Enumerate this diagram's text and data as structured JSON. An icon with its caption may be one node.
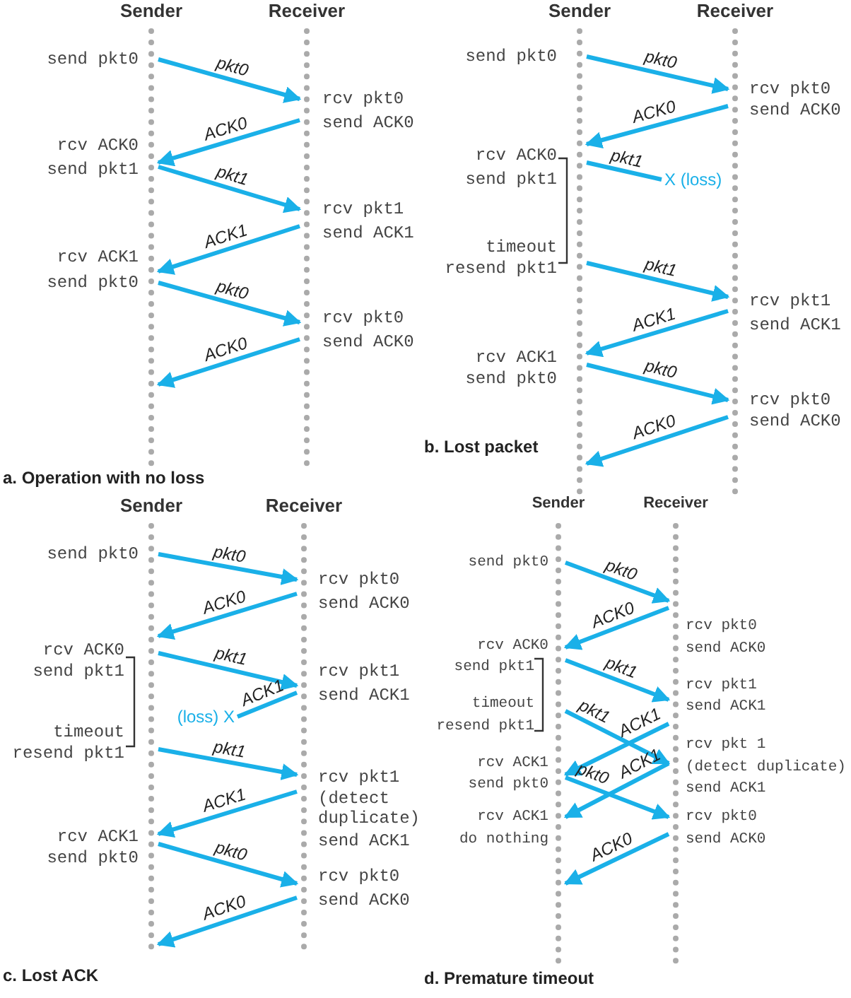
{
  "diagram": {
    "nodes": [
      {
        "text": [
          "Sender"
        ]
      },
      {
        "text": [
          "Receiver"
        ]
      },
      {
        "text": [
          "Sender"
        ]
      },
      {
        "text": [
          "Receiver"
        ]
      },
      {
        "text": [
          "Sender"
        ]
      },
      {
        "text": [
          "Receiver"
        ]
      },
      {
        "text": [
          "Sender"
        ]
      },
      {
        "text": [
          "Receiver"
        ]
      },
      {
        "text": [
          "X (loss)"
        ]
      },
      {
        "text": [
          "(loss) X"
        ]
      }
    ],
    "edges": [
      {
        "from": 0,
        "to": 1,
        "arrow": "to",
        "label": "pkt0"
      },
      {
        "from": 1,
        "to": 0,
        "arrow": "to",
        "label": "ACK0"
      },
      {
        "from": 0,
        "to": 1,
        "arrow": "to",
        "label": "pkt1"
      },
      {
        "from": 1,
        "to": 0,
        "arrow": "to",
        "label": "ACK1"
      },
      {
        "from": 0,
        "to": 1,
        "arrow": "to",
        "label": "pkt0"
      },
      {
        "from": 1,
        "to": 0,
        "arrow": "to",
        "label": "ACK0"
      },
      {
        "from": 2,
        "to": 3,
        "arrow": "to",
        "label": "pkt0"
      },
      {
        "from": 3,
        "to": 2,
        "arrow": "to",
        "label": "ACK0"
      },
      {
        "from": 2,
        "to": 8,
        "arrow": "none",
        "label": "pkt1"
      },
      {
        "from": 2,
        "to": 3,
        "arrow": "to",
        "label": "pkt1"
      },
      {
        "from": 3,
        "to": 2,
        "arrow": "to",
        "label": "ACK1"
      },
      {
        "from": 2,
        "to": 3,
        "arrow": "to",
        "label": "pkt0"
      },
      {
        "from": 3,
        "to": 2,
        "arrow": "to",
        "label": "ACK0"
      },
      {
        "from": 4,
        "to": 5,
        "arrow": "to",
        "label": "pkt0"
      },
      {
        "from": 5,
        "to": 4,
        "arrow": "to",
        "label": "ACK0"
      },
      {
        "from": 4,
        "to": 5,
        "arrow": "to",
        "label": "pkt1"
      },
      {
        "from": 5,
        "to": 9,
        "arrow": "none",
        "label": "ACK1"
      },
      {
        "from": 4,
        "to": 5,
        "arrow": "to",
        "label": "pkt1"
      },
      {
        "from": 5,
        "to": 4,
        "arrow": "to",
        "label": "ACK1"
      },
      {
        "from": 4,
        "to": 5,
        "arrow": "to",
        "label": "pkt0"
      },
      {
        "from": 5,
        "to": 4,
        "arrow": "to",
        "label": "ACK0"
      },
      {
        "from": 6,
        "to": 7,
        "arrow": "to",
        "label": "pkt0"
      },
      {
        "from": 7,
        "to": 6,
        "arrow": "to",
        "label": "ACK0"
      },
      {
        "from": 6,
        "to": 7,
        "arrow": "to",
        "label": "pkt1"
      },
      {
        "from": 6,
        "to": 7,
        "arrow": "to",
        "label": "pkt1"
      },
      {
        "from": 7,
        "to": 6,
        "arrow": "to",
        "label": "ACK1"
      },
      {
        "from": 7,
        "to": 6,
        "arrow": "to",
        "label": "ACK1"
      },
      {
        "from": 6,
        "to": 7,
        "arrow": "to",
        "label": "pkt0"
      },
      {
        "from": 7,
        "to": 6,
        "arrow": "to",
        "label": "ACK0"
      }
    ],
    "labels": [
      "send pkt0",
      "rcv pkt0",
      "send ACK0",
      "rcv ACK0",
      "send pkt1",
      "rcv pkt1",
      "send ACK1",
      "rcv ACK1",
      "send pkt0",
      "rcv pkt0",
      "send ACK0",
      "a. Operation with no loss",
      "send pkt0",
      "rcv pkt0",
      "send ACK0",
      "rcv ACK0",
      "send pkt1",
      "timeout",
      "resend pkt1",
      "rcv pkt1",
      "send ACK1",
      "rcv ACK1",
      "send pkt0",
      "rcv pkt0",
      "send ACK0",
      "b. Lost packet",
      "send pkt0",
      "rcv pkt0",
      "send ACK0",
      "rcv ACK0",
      "send pkt1",
      "rcv pkt1",
      "send ACK1",
      "timeout",
      "resend pkt1",
      "rcv pkt1",
      "(detect duplicate)",
      "send ACK1",
      "rcv ACK1",
      "send pkt0",
      "rcv pkt0",
      "send ACK0",
      "c. Lost ACK",
      "send pkt0",
      "rcv pkt0",
      "send ACK0",
      "rcv ACK0",
      "send pkt1",
      "rcv pkt1",
      "send ACK1",
      "timeout",
      "resend pkt1",
      "rcv pkt 1",
      "(detect duplicate)",
      "send ACK1",
      "rcv ACK1",
      "send pkt0",
      "rcv pkt0",
      "send ACK0",
      "rcv ACK1",
      "do nothing",
      "d. Premature timeout"
    ]
  }
}
